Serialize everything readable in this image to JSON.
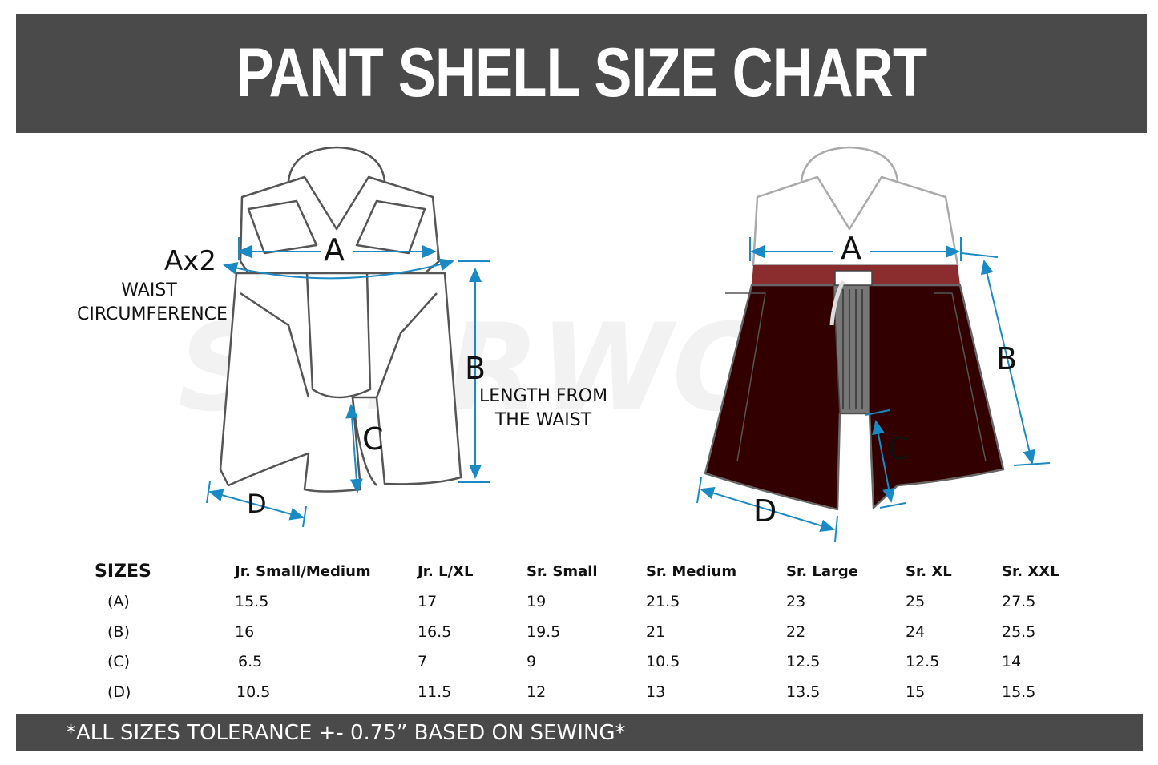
{
  "header": {
    "title": "PANT SHELL SIZE CHART"
  },
  "watermark": {
    "text": "SHERWOOD"
  },
  "diagrams": {
    "left": {
      "label_a": "A",
      "label_ax2": "Ax2",
      "waist_caption": [
        "WAIST",
        "CIRCUMFERENCE"
      ],
      "label_b": "B",
      "length_caption": [
        "LENGTH FROM",
        "THE WAIST"
      ],
      "label_c": "C",
      "label_d": "D"
    },
    "right": {
      "label_a": "A",
      "label_b": "B",
      "label_c": "C",
      "label_d": "D"
    }
  },
  "colors": {
    "banner": "#4a4a4a",
    "dimension_lines": "#1a8ac6",
    "shell_body": "#330000",
    "shell_waistband": "#8b2c2f"
  },
  "size_table": {
    "header_label": "SIZES",
    "columns": [
      "Jr. Small/Medium",
      "Jr. L/XL",
      "Sr. Small",
      "Sr. Medium",
      "Sr. Large",
      "Sr. XL",
      "Sr. XXL"
    ],
    "rows": [
      {
        "label": "(A)",
        "values": [
          "15.5",
          "17",
          "19",
          "21.5",
          "23",
          "25",
          "27.5"
        ]
      },
      {
        "label": "(B)",
        "values": [
          "16",
          "16.5",
          "19.5",
          "21",
          "22",
          "24",
          "25.5"
        ]
      },
      {
        "label": "(C)",
        "values": [
          "6.5",
          "7",
          "9",
          "10.5",
          "12.5",
          "12.5",
          "14"
        ]
      },
      {
        "label": "(D)",
        "values": [
          "10.5",
          "11.5",
          "12",
          "13",
          "13.5",
          "15",
          "15.5"
        ]
      }
    ]
  },
  "footer": {
    "note": "*ALL SIZES TOLERANCE +- 0.75” BASED ON SEWING*"
  }
}
